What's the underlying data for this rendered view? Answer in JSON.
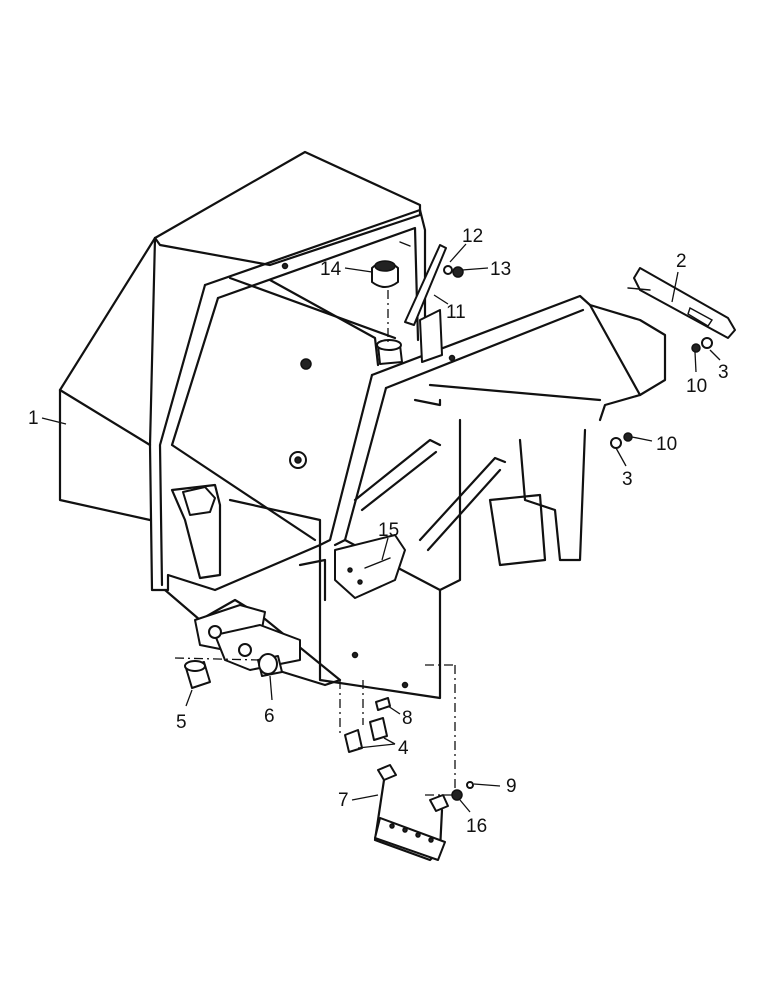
{
  "callouts": [
    {
      "id": "1",
      "label": "1"
    },
    {
      "id": "2",
      "label": "2"
    },
    {
      "id": "3a",
      "label": "3"
    },
    {
      "id": "3b",
      "label": "3"
    },
    {
      "id": "4",
      "label": "4"
    },
    {
      "id": "5",
      "label": "5"
    },
    {
      "id": "6",
      "label": "6"
    },
    {
      "id": "7",
      "label": "7"
    },
    {
      "id": "8",
      "label": "8"
    },
    {
      "id": "9",
      "label": "9"
    },
    {
      "id": "10a",
      "label": "10"
    },
    {
      "id": "10b",
      "label": "10"
    },
    {
      "id": "11",
      "label": "11"
    },
    {
      "id": "12",
      "label": "12"
    },
    {
      "id": "13",
      "label": "13"
    },
    {
      "id": "14",
      "label": "14"
    },
    {
      "id": "15",
      "label": "15"
    },
    {
      "id": "16",
      "label": "16"
    }
  ]
}
